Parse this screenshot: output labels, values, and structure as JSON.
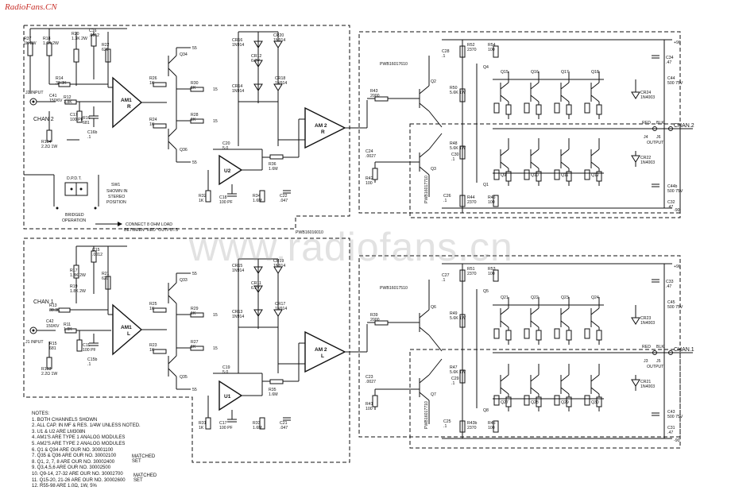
{
  "watermark_top": "RadioFans.CN",
  "watermark_center": "www.radiofans.cn",
  "boards": {
    "main": "PWB16016010",
    "driver_top": "PWB16017610",
    "driver_bottom": "PWB16017510",
    "output_top": "PWB16017710",
    "output_bottom": "PWB16017710"
  },
  "switch": {
    "dpdt": "D.P.D.T.",
    "sw1": "SW1",
    "shown": "SHOWN IN",
    "stereo": "STEREO",
    "position": "POSITION",
    "bridged1": "BRIDGED",
    "bridged2": "OPERATION",
    "load1": "CONNECT 8 OHM LOAD",
    "load2": "BETWEEN \"RED\" OUTPUTS"
  },
  "top_channel": {
    "chan_label": "CHAN 2",
    "input": "J2 INPUT",
    "am1": "AM1",
    "am1_ch": "R",
    "am2": "AM 2",
    "am2_ch": "R",
    "u": "U2",
    "out_label": "CHAN.2",
    "red": "RED",
    "blk": "BLK",
    "jack1": "J4",
    "jack2": "J6",
    "output": "OUTPUT",
    "rail_pos": "+90",
    "rail_neg": "-90",
    "supply_pos": "55",
    "supply_neg": "55",
    "v15p": "15",
    "v15n": "15",
    "parts": [
      {
        "ref": "R37",
        "val": "1K 2W"
      },
      {
        "ref": "R18",
        "val": "1.6K 2W"
      },
      {
        "ref": "R20",
        "val": "1.3K 2W"
      },
      {
        "ref": "C16",
        "val": ".0012"
      },
      {
        "ref": "R22",
        "val": "620"
      },
      {
        "ref": "R14",
        "val": "38.3K"
      },
      {
        "ref": "R12",
        "val": "1.8K"
      },
      {
        "ref": "C41",
        "val": "150/6V"
      },
      {
        "ref": "R16",
        "val": "681"
      },
      {
        "ref": "C17",
        "val": "100 PF"
      },
      {
        "ref": "R104",
        "val": "2.2Ω 1W"
      },
      {
        "ref": "C16b",
        "val": ".1"
      },
      {
        "ref": "R26",
        "val": "1K"
      },
      {
        "ref": "R30",
        "val": "1K"
      },
      {
        "ref": "R24",
        "val": "1K"
      },
      {
        "ref": "R28",
        "val": "1K"
      },
      {
        "ref": "CR16",
        "val": "1N914"
      },
      {
        "ref": "CR20",
        "val": "1N914"
      },
      {
        "ref": "CR12",
        "val": "6.2V"
      },
      {
        "ref": "CR14",
        "val": "1N914"
      },
      {
        "ref": "CR18",
        "val": "1N914"
      },
      {
        "ref": "C20",
        "val": "5.0"
      },
      {
        "ref": "R36",
        "val": "1.6M"
      },
      {
        "ref": "R32",
        "val": "1K"
      },
      {
        "ref": "C18",
        "val": "100 PF"
      },
      {
        "ref": "R34",
        "val": "1.6M"
      },
      {
        "ref": "C22",
        "val": ".047"
      },
      {
        "ref": "R43",
        "val": "2000"
      },
      {
        "ref": "C24",
        "val": ".0027"
      },
      {
        "ref": "R42",
        "val": "100"
      },
      {
        "ref": "C28",
        "val": ".1"
      },
      {
        "ref": "R52",
        "val": "2370"
      },
      {
        "ref": "R54",
        "val": "100"
      },
      {
        "ref": "R50",
        "val": "5.6K 1W"
      },
      {
        "ref": "R48",
        "val": "5.6K 1W"
      },
      {
        "ref": "C30",
        "val": ".1"
      },
      {
        "ref": "C26",
        "val": ".1"
      },
      {
        "ref": "R44",
        "val": "2370"
      },
      {
        "ref": "R46",
        "val": "100"
      },
      {
        "ref": "C34",
        "val": ".47"
      },
      {
        "ref": "C44",
        "val": "500 75V"
      },
      {
        "ref": "CR24",
        "val": "1N4003"
      },
      {
        "ref": "CR22",
        "val": "1N4003"
      },
      {
        "ref": "C44b",
        "val": "500 75V"
      },
      {
        "ref": "C32",
        "val": ".47"
      }
    ],
    "transistors": [
      "Q34",
      "Q36",
      "Q2",
      "Q3",
      "Q4",
      "Q1",
      "Q15",
      "Q16",
      "Q17",
      "Q18",
      "Q9",
      "Q10",
      "Q11",
      "Q12"
    ]
  },
  "bottom_channel": {
    "chan_label": "CHAN 1",
    "input": "J1 INPUT",
    "am1": "AM1",
    "am1_ch": "L",
    "am2": "AM 2",
    "am2_ch": "L",
    "u": "U1",
    "out_label": "CHAN.1",
    "red": "RED",
    "blk": "BLK",
    "jack1": "J3",
    "jack2": "J5",
    "output": "OUTPUT",
    "rail_pos": "+90",
    "rail_neg": "-90",
    "supply_pos": "55",
    "supply_neg": "55",
    "v15p": "15",
    "v15n": "15",
    "parts": [
      {
        "ref": "R17",
        "val": "1.3K 2W"
      },
      {
        "ref": "C15",
        "val": ".0012"
      },
      {
        "ref": "R19",
        "val": "1.8K 2W"
      },
      {
        "ref": "R21",
        "val": "620"
      },
      {
        "ref": "R13",
        "val": "38.3K"
      },
      {
        "ref": "C42",
        "val": "150/6V"
      },
      {
        "ref": "R11",
        "val": "1.8K"
      },
      {
        "ref": "R15",
        "val": "681"
      },
      {
        "ref": "C11",
        "val": "100 PF"
      },
      {
        "ref": "R103",
        "val": "2.2Ω 1W"
      },
      {
        "ref": "C15b",
        "val": ".1"
      },
      {
        "ref": "R25",
        "val": "1K"
      },
      {
        "ref": "R29",
        "val": "1K"
      },
      {
        "ref": "R23",
        "val": "1K"
      },
      {
        "ref": "R27",
        "val": "1K"
      },
      {
        "ref": "CR15",
        "val": "1N914"
      },
      {
        "ref": "CR19",
        "val": "1N914"
      },
      {
        "ref": "CR11",
        "val": "6.2V"
      },
      {
        "ref": "CR13",
        "val": "1N914"
      },
      {
        "ref": "CR17",
        "val": "1N914"
      },
      {
        "ref": "C19",
        "val": "5.0"
      },
      {
        "ref": "R35",
        "val": "1.6M"
      },
      {
        "ref": "R31",
        "val": "1K"
      },
      {
        "ref": "C17",
        "val": "100 PF"
      },
      {
        "ref": "R33",
        "val": "1.6M"
      },
      {
        "ref": "C21",
        "val": ".047"
      },
      {
        "ref": "R39",
        "val": "2000"
      },
      {
        "ref": "C23",
        "val": ".0027"
      },
      {
        "ref": "R41",
        "val": "100"
      },
      {
        "ref": "C27",
        "val": ".1"
      },
      {
        "ref": "R51",
        "val": "2370"
      },
      {
        "ref": "R53",
        "val": "100"
      },
      {
        "ref": "R49",
        "val": "5.6K 1W"
      },
      {
        "ref": "R47",
        "val": "5.6K 1W"
      },
      {
        "ref": "C29",
        "val": ".1"
      },
      {
        "ref": "C25",
        "val": ".1"
      },
      {
        "ref": "R43b",
        "val": "2370"
      },
      {
        "ref": "R45",
        "val": "100"
      },
      {
        "ref": "C33",
        "val": ".47"
      },
      {
        "ref": "C45",
        "val": "500 75V"
      },
      {
        "ref": "CR23",
        "val": "1N4003"
      },
      {
        "ref": "CR21",
        "val": "1N4003"
      },
      {
        "ref": "C43",
        "val": "500 75V"
      },
      {
        "ref": "C31",
        "val": ".47"
      }
    ],
    "transistors": [
      "Q33",
      "Q35",
      "Q6",
      "Q7",
      "Q5",
      "Q8",
      "Q21",
      "Q22",
      "Q23",
      "Q24",
      "Q27",
      "Q28",
      "Q29",
      "Q30"
    ]
  },
  "notes": {
    "title": "NOTES:",
    "items": [
      "1. BOTH CHANNELS SHOWN",
      "2. ALL CAP. IN MF & RES. 1/4W UNLESS NOTED.",
      "3. U1 & U2 ARE LM308N",
      "4. AM1'S ARE TYPE 1 ANALOG MODULES",
      "5. AM2'S ARE TYPE 2 ANALOG MODULES",
      "6. Q1 & Q34 ARE OUR NO. 30001100",
      "7. Q35 & Q36 ARE OUR NO. 30002100",
      "8. Q1, 2, 7, 8 ARE OUR NO. 30002400",
      "9. Q3,4,5,6 ARE OUR NO. 30002500",
      "10. Q9-14, 27-32 ARE OUR NO. 30002700",
      "11. Q15-20, 21-26 ARE OUR NO. 30002600",
      "12. R55-98 ARE 1.0Ω, 1W, 5%"
    ],
    "matched1": "MATCHED",
    "matched2": "SET",
    "matched3": "MATCHED",
    "matched4": "SET"
  }
}
